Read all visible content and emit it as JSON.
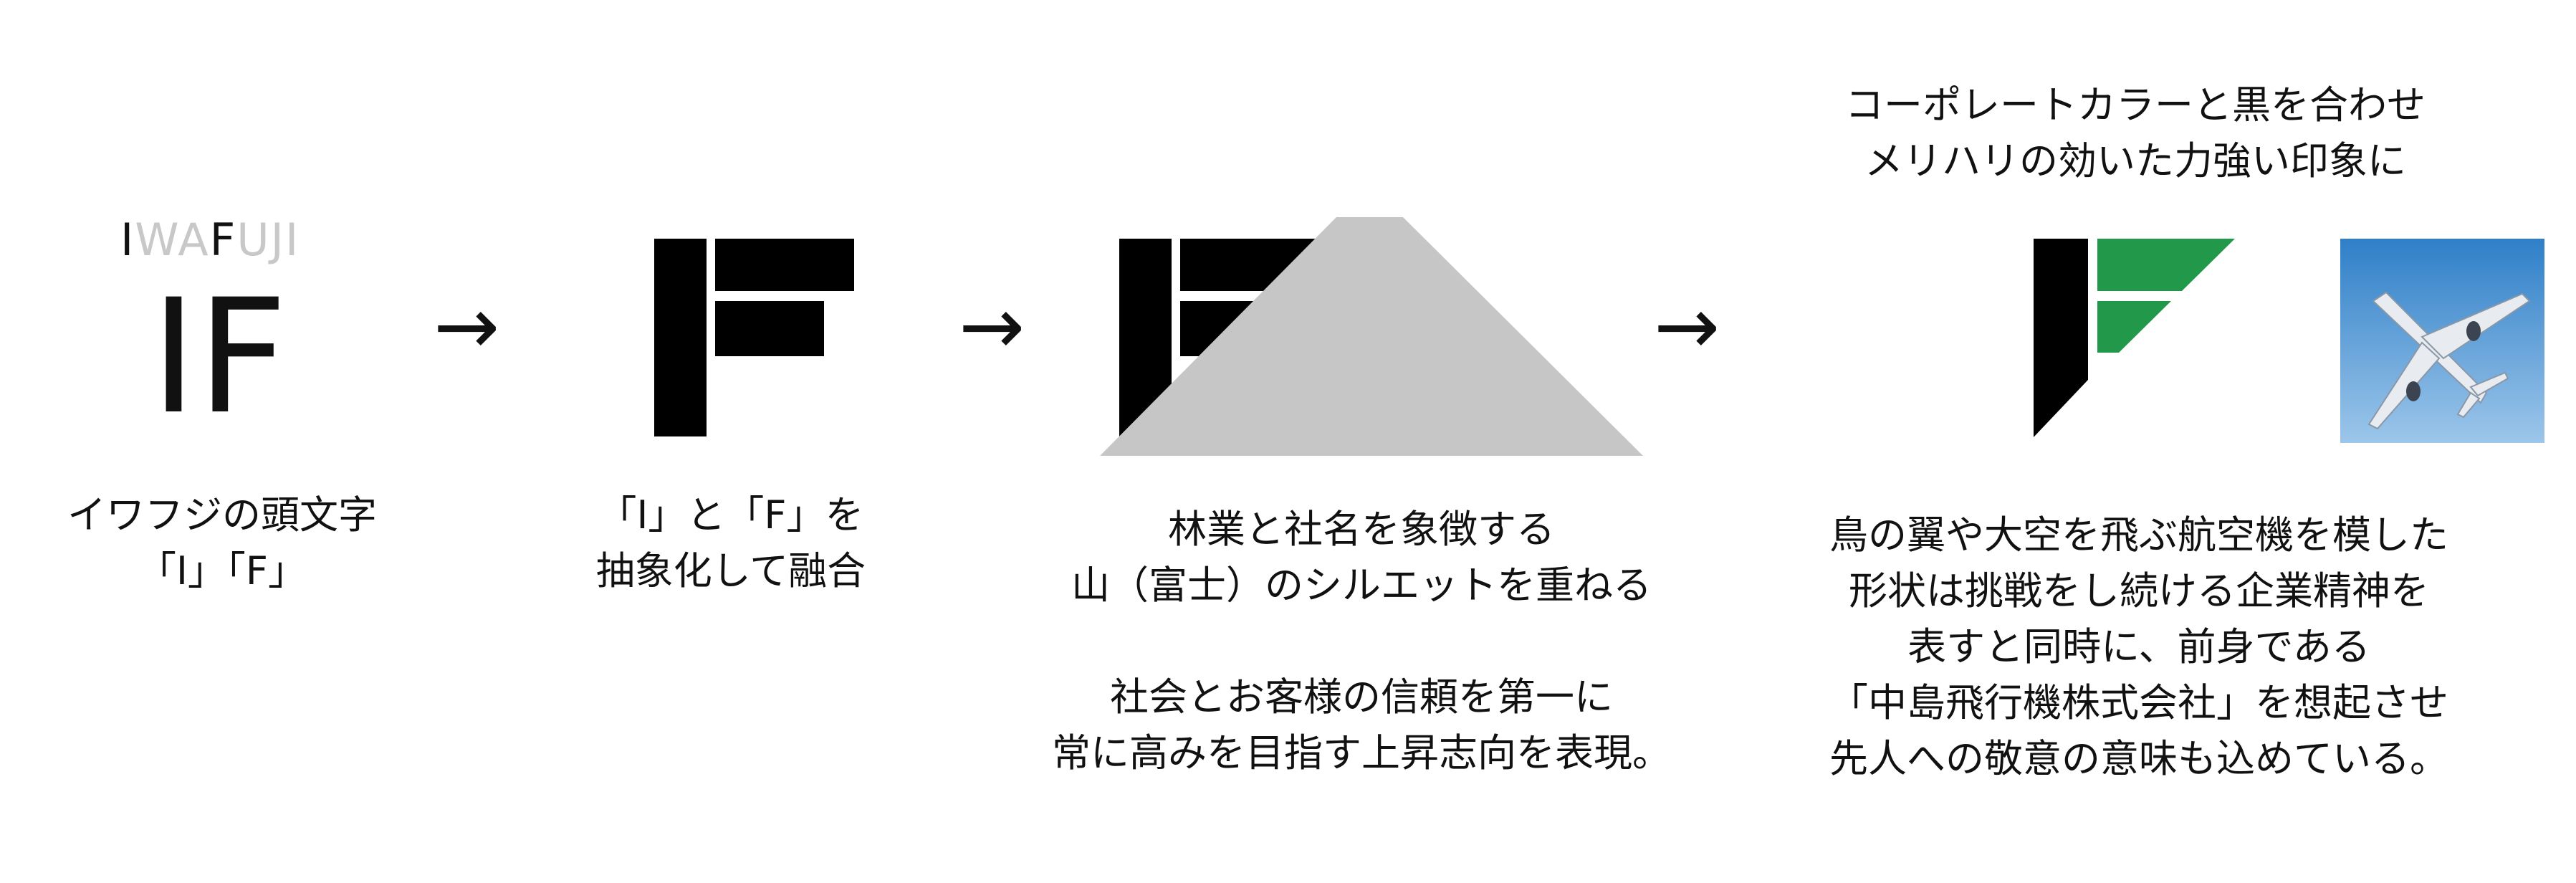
{
  "step1": {
    "wordmark": {
      "dark1": "I",
      "light1": "WA",
      "dark2": "F",
      "light2": "UJI"
    },
    "big_letters": "IF",
    "caption": [
      "イワフジの頭文字",
      "「I」「F」"
    ]
  },
  "arrows": [
    "→",
    "→",
    "→"
  ],
  "step2": {
    "caption": [
      "「I」と「F」を",
      "抽象化して融合"
    ]
  },
  "step3": {
    "caption": [
      "林業と社名を象徴する",
      "山（富士）のシルエットを重ねる",
      "",
      "社会とお客様の信頼を第一に",
      "常に高みを目指す上昇志向を表現。"
    ]
  },
  "step4": {
    "top_caption": [
      "コーポレートカラーと黒を合わせ",
      "メリハリの効いた力強い印象に"
    ],
    "caption": [
      "鳥の翼や大空を飛ぶ航空機を模した",
      "形状は挑戦をし続ける企業精神を",
      "表すと同時に、前身である",
      "「中島飛行機株式会社」を想起させ",
      "先人への敬意の意味も込めている。"
    ]
  },
  "colors": {
    "black": "#000000",
    "corporate_green": "#22994a",
    "mountain_gray": "#c6c6c7",
    "wordmark_light": "#c8c8c8",
    "sky_top": "#2f7fc8",
    "sky_bottom": "#9cc6ea"
  },
  "icons": {
    "arrow": "right-arrow-icon",
    "airplane": "airplane-photo-icon"
  }
}
